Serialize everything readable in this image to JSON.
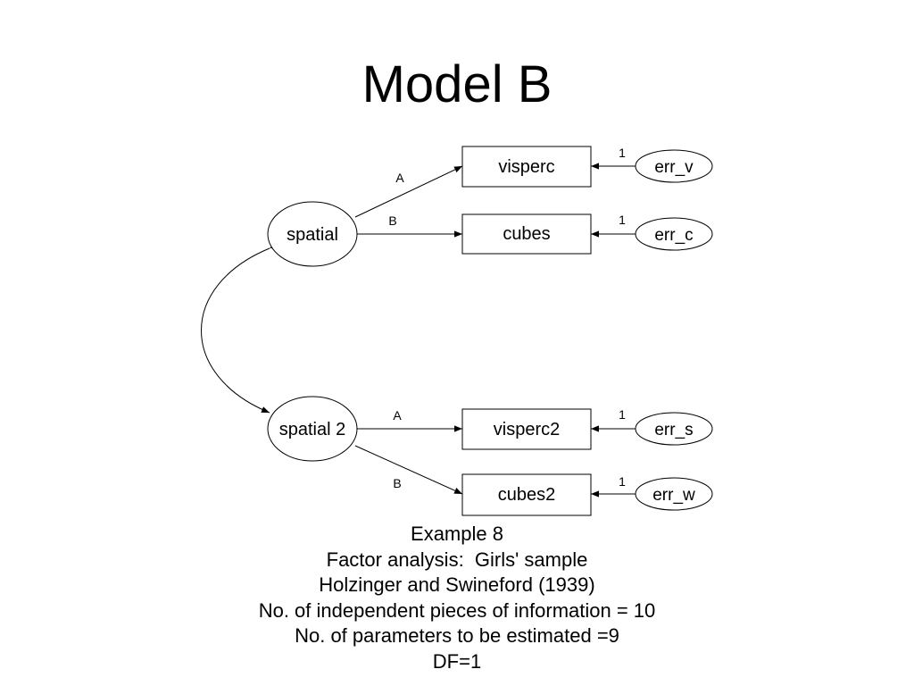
{
  "title": "Model B",
  "nodes": {
    "spatial": "spatial",
    "spatial2": "spatial 2",
    "visperc": "visperc",
    "cubes": "cubes",
    "visperc2": "visperc2",
    "cubes2": "cubes2",
    "err_v": "err_v",
    "err_c": "err_c",
    "err_s": "err_s",
    "err_w": "err_w"
  },
  "path_labels": {
    "spatial_visperc": "A",
    "spatial_cubes": "B",
    "spatial2_visperc2": "A",
    "spatial2_cubes2": "B",
    "err_v_weight": "1",
    "err_c_weight": "1",
    "err_s_weight": "1",
    "err_w_weight": "1"
  },
  "caption": {
    "line1": "Example 8",
    "line2": "Factor analysis:  Girls' sample",
    "line3": "Holzinger and Swineford (1939)",
    "line4": "No. of independent pieces of information = 10",
    "line5": "No. of parameters to be estimated =9",
    "line6": "DF=1"
  }
}
